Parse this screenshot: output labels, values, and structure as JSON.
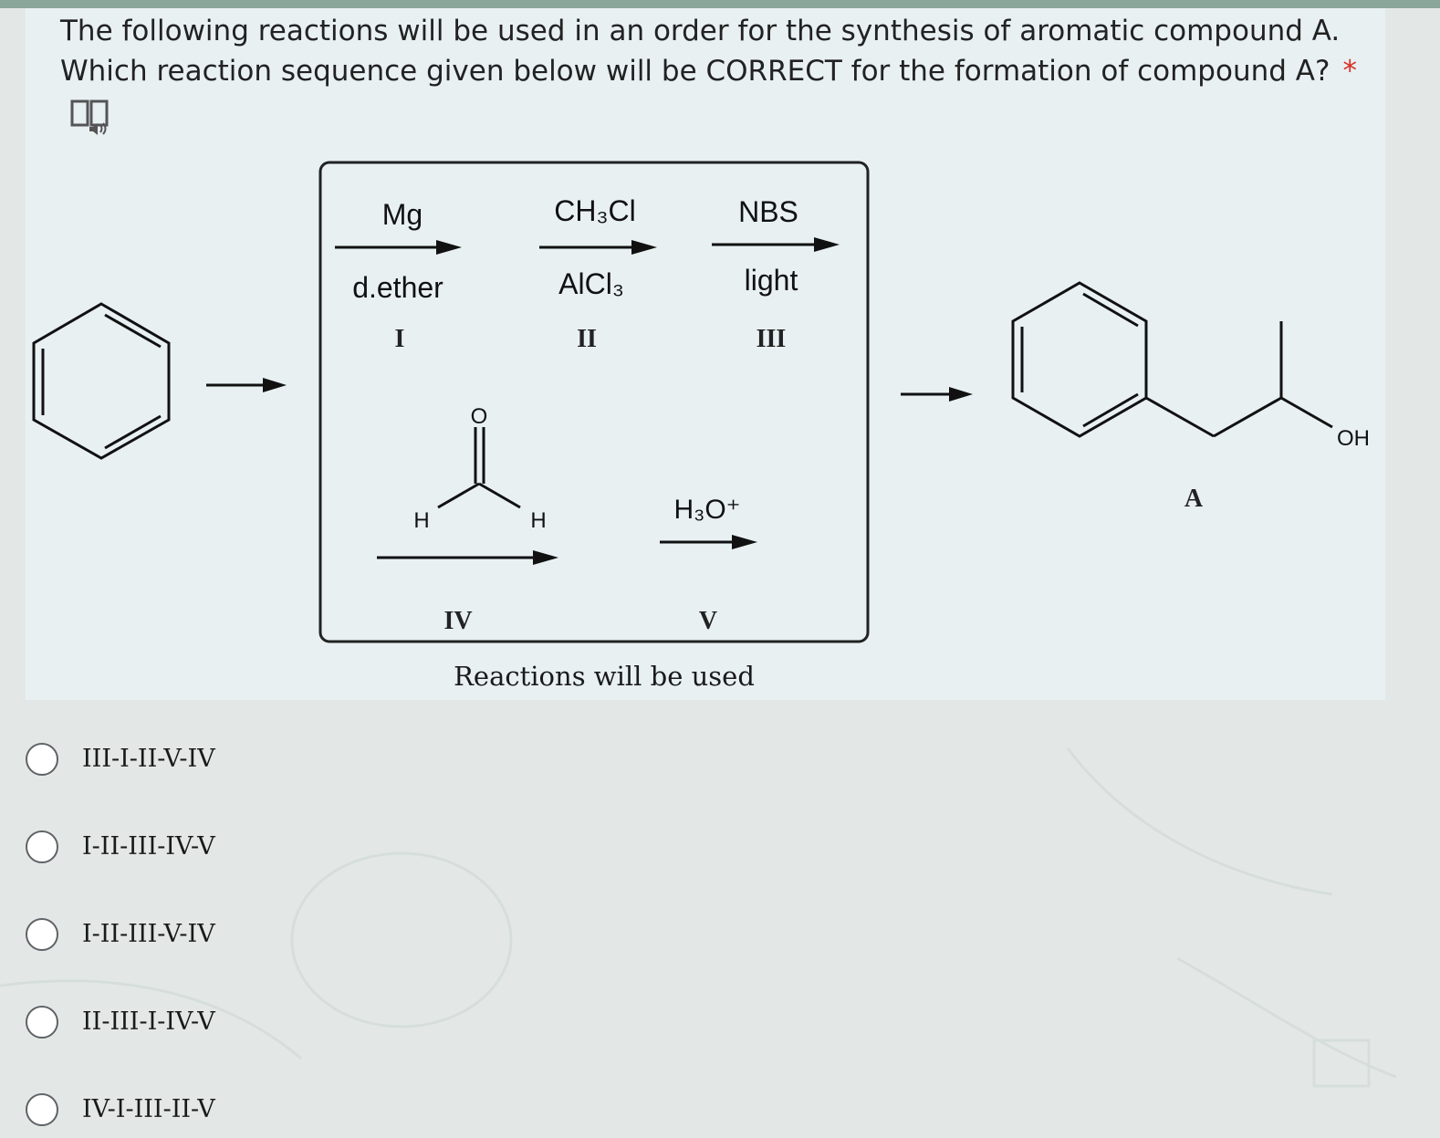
{
  "question": {
    "line1": "The following reactions will be used in an order for the synthesis of aromatic compound A.",
    "line2": "Which reaction sequence given below will be CORRECT for the formation of compound A?",
    "required_mark": "*"
  },
  "figure": {
    "steps": [
      {
        "numeral": "I",
        "reagent_top": "Mg",
        "reagent_bottom": "d.ether"
      },
      {
        "numeral": "II",
        "reagent_top": "CH₃Cl",
        "reagent_bottom": "AlCl₃"
      },
      {
        "numeral": "III",
        "reagent_top": "NBS",
        "reagent_bottom": "light"
      },
      {
        "numeral": "IV",
        "reagent_o": "O",
        "reagent_h_left": "H",
        "reagent_h_right": "H"
      },
      {
        "numeral": "V",
        "reagent_top": "H₃O⁺"
      }
    ],
    "product_label": "A",
    "product_oh": "OH",
    "caption": "Reactions will be used"
  },
  "options": [
    {
      "label": "III-I-II-V-IV"
    },
    {
      "label": "I-II-III-IV-V"
    },
    {
      "label": "I-II-III-V-IV"
    },
    {
      "label": "II-III-I-IV-V"
    },
    {
      "label": "IV-I-III-II-V"
    }
  ],
  "colors": {
    "required": "#d93025",
    "card": "#e8f0f2",
    "page": "#e3e8e6"
  }
}
